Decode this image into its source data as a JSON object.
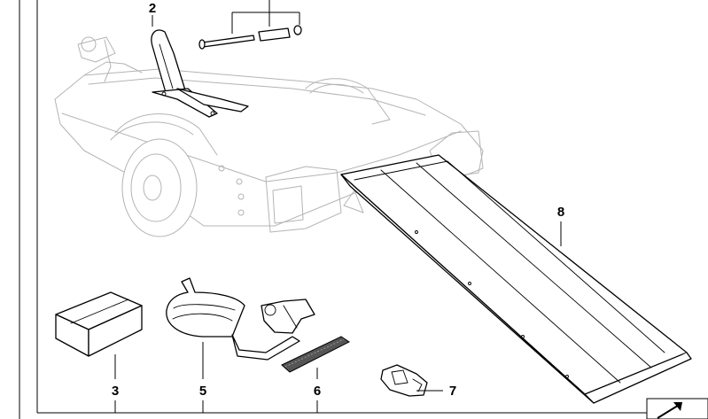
{
  "callouts": {
    "item_2": "2",
    "item_3": "3",
    "item_5": "5",
    "item_6": "6",
    "item_7": "7",
    "item_8": "8"
  },
  "colors": {
    "background": "#ffffff",
    "part_outline": "#000000",
    "ghost_outline": "#b4b4b4"
  },
  "icons": {
    "corner": "diagonal-arrow-icon"
  }
}
